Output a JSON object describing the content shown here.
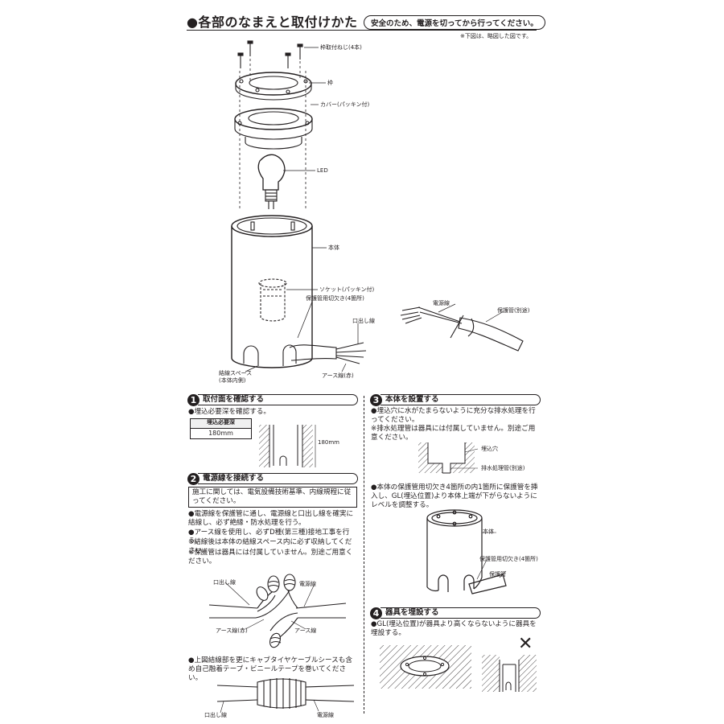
{
  "header": {
    "title": "●各部のなまえと取付けかた",
    "notice": "安全のため、電源を切ってから行ってください。",
    "note": "※下図は、略図した図です。"
  },
  "diagram_labels": {
    "screws": "枠取付ねじ(4本)",
    "frame": "枠",
    "cover": "カバー(パッキン付)",
    "led": "LED",
    "body": "本体",
    "socket": "ソケット(パッキン付)",
    "notch": "保護管用切欠き(4箇所)",
    "lead_wire": "口出し線",
    "wiring_space": "結線スペース",
    "wiring_space_sub": "(本体内側)",
    "earth_wire": "アース線(赤)",
    "power_wire": "電源線",
    "conduit": "保護管(別途)"
  },
  "sections": {
    "s1": {
      "num": "1",
      "title": "取付面を確認する",
      "text": "●埋込必要深を確認する。",
      "table_header": "埋込必要深",
      "table_value": "180mm",
      "dim_label": "180mm"
    },
    "s2": {
      "num": "2",
      "title": "電源線を接続する",
      "box": "施工に関しては、電気設備技術基準、内線規程に従ってください。",
      "p1": "●電源線を保護管に通し、電源線と口出し線を確実に結線し、必ず絶縁・防水処理を行う。",
      "p2": "●アース線を使用し、必ずD種(第三種)接地工事を行う。",
      "p3": "※結線後は本体の結線スペース内に必ず収納してください。",
      "p4": "※保護管は器具には付属していません。別途ご用意ください。",
      "lbl_lead": "口出し線",
      "lbl_power": "電源線",
      "lbl_earth_red": "アース線(赤)",
      "lbl_earth": "アース線",
      "p5": "●上図結線部を更にキャブタイヤケーブルシースも含め自己融着テープ・ビニールテープを巻いてください。",
      "lbl_lead2": "口出し線",
      "lbl_power2": "電源線"
    },
    "s3": {
      "num": "3",
      "title": "本体を設置する",
      "p1": "●埋込穴に水がたまらないように充分な排水処理を行ってください。",
      "p2": "※排水処理管は器具には付属していません。別途ご用意ください。",
      "lbl_hole": "埋込穴",
      "lbl_drain": "排水処理管(別途)",
      "p3": "●本体の保護管用切欠き4箇所の内1箇所に保護管を挿入し、GL(埋込位置)より本体上端が下がらないようにレベルを調整する。",
      "lbl_body": "本体",
      "lbl_notch": "保護管用切欠き(4箇所)",
      "lbl_conduit": "保護管"
    },
    "s4": {
      "num": "4",
      "title": "器具を埋設する",
      "p1": "●GL(埋込位置)が器具より高くならないように器具を埋設する。",
      "ng_mark": "✕"
    }
  }
}
